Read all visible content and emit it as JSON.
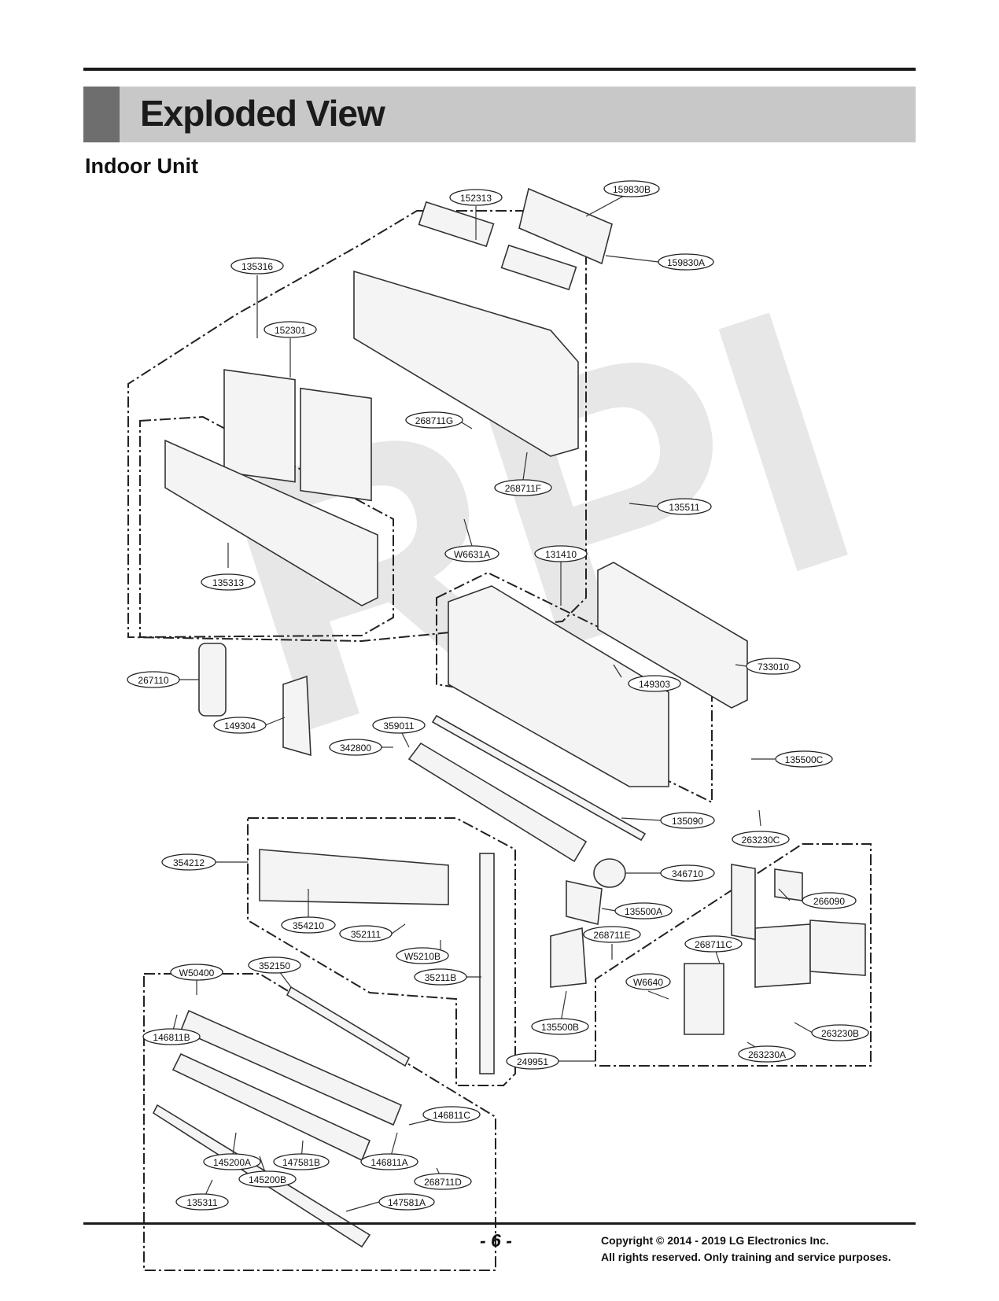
{
  "header": {
    "title": "Exploded View"
  },
  "section": {
    "title": "Indoor Unit"
  },
  "watermark": {
    "text": "RPI"
  },
  "parts": [
    {
      "id": "p159830B",
      "label": "159830B"
    },
    {
      "id": "p152313",
      "label": "152313"
    },
    {
      "id": "p159830A",
      "label": "159830A"
    },
    {
      "id": "p135316",
      "label": "135316"
    },
    {
      "id": "p152301",
      "label": "152301"
    },
    {
      "id": "p268711G",
      "label": "268711G"
    },
    {
      "id": "p268711F",
      "label": "268711F"
    },
    {
      "id": "p135511",
      "label": "135511"
    },
    {
      "id": "pW6631A",
      "label": "W6631A"
    },
    {
      "id": "p131410",
      "label": "131410"
    },
    {
      "id": "p135313",
      "label": "135313"
    },
    {
      "id": "p733010",
      "label": "733010"
    },
    {
      "id": "p267110",
      "label": "267110"
    },
    {
      "id": "p149303",
      "label": "149303"
    },
    {
      "id": "p149304",
      "label": "149304"
    },
    {
      "id": "p359011",
      "label": "359011"
    },
    {
      "id": "p342800",
      "label": "342800"
    },
    {
      "id": "p135500C",
      "label": "135500C"
    },
    {
      "id": "p135090",
      "label": "135090"
    },
    {
      "id": "p263230C",
      "label": "263230C"
    },
    {
      "id": "p354212",
      "label": "354212"
    },
    {
      "id": "p346710",
      "label": "346710"
    },
    {
      "id": "p266090",
      "label": "266090"
    },
    {
      "id": "p354210",
      "label": "354210"
    },
    {
      "id": "p135500A",
      "label": "135500A"
    },
    {
      "id": "p352111",
      "label": "352111"
    },
    {
      "id": "p268711E",
      "label": "268711E"
    },
    {
      "id": "p268711C",
      "label": "268711C"
    },
    {
      "id": "pW5210B",
      "label": "W5210B"
    },
    {
      "id": "pW50400",
      "label": "W50400"
    },
    {
      "id": "p352150",
      "label": "352150"
    },
    {
      "id": "p35211B",
      "label": "35211B"
    },
    {
      "id": "pW6640",
      "label": "W6640"
    },
    {
      "id": "p146811B",
      "label": "146811B"
    },
    {
      "id": "p135500B",
      "label": "135500B"
    },
    {
      "id": "p263230B",
      "label": "263230B"
    },
    {
      "id": "p263230A",
      "label": "263230A"
    },
    {
      "id": "p249951",
      "label": "249951"
    },
    {
      "id": "p146811C",
      "label": "146811C"
    },
    {
      "id": "p145200A",
      "label": "145200A"
    },
    {
      "id": "p147581B",
      "label": "147581B"
    },
    {
      "id": "p146811A",
      "label": "146811A"
    },
    {
      "id": "p145200B",
      "label": "145200B"
    },
    {
      "id": "p268711D",
      "label": "268711D"
    },
    {
      "id": "p135311",
      "label": "135311"
    },
    {
      "id": "p147581A",
      "label": "147581A"
    }
  ],
  "footer": {
    "page_number": "- 6 -",
    "copyright_line1": "Copyright © 2014 - 2019 LG Electronics Inc.",
    "copyright_line2": "All rights reserved. Only training and service purposes."
  }
}
